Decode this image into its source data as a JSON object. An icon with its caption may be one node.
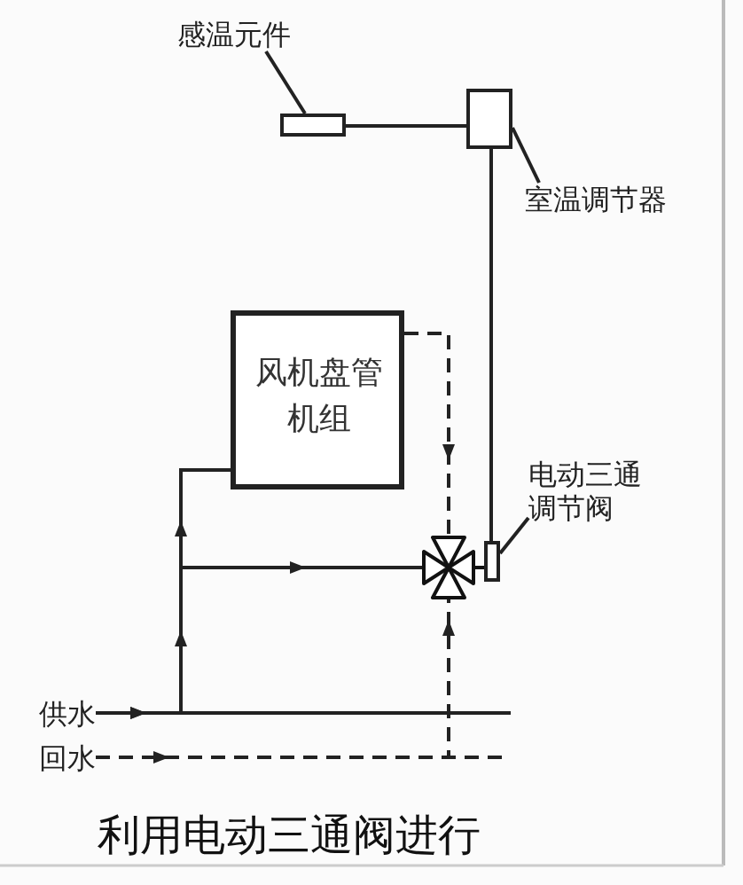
{
  "diagram": {
    "caption": "利用电动三通阀进行",
    "nodes": [
      {
        "text": [
          "感温元件"
        ]
      },
      {
        "text": [],
        "shape": "box"
      },
      {
        "text": [
          "室温调节器"
        ]
      },
      {
        "text": [],
        "shape": "box"
      },
      {
        "text": [
          "风机盘管机组"
        ]
      },
      {
        "text": [],
        "shape": "valve"
      },
      {
        "text": [],
        "shape": "box"
      },
      {
        "text": [
          "电动三通调节阀"
        ]
      },
      {
        "text": [
          "供水"
        ]
      },
      {
        "text": [
          "回水"
        ]
      }
    ],
    "edges": [
      {
        "from": 0,
        "to": 1,
        "arrow": "none"
      },
      {
        "from": 1,
        "to": 3,
        "arrow": "none"
      },
      {
        "from": 2,
        "to": 3,
        "arrow": "none"
      },
      {
        "from": 3,
        "to": 6,
        "arrow": "none"
      },
      {
        "from": 7,
        "to": 6,
        "arrow": "none"
      },
      {
        "from": 8,
        "to": null,
        "arrow": "none"
      },
      {
        "from": 9,
        "to": null,
        "arrow": "none",
        "style": "dashed"
      },
      {
        "from": 8,
        "to": 4,
        "arrow": "to"
      },
      {
        "from": 8,
        "to": 5,
        "arrow": "to"
      },
      {
        "from": 4,
        "to": 5,
        "arrow": "to",
        "style": "dashed"
      },
      {
        "from": 9,
        "to": 5,
        "arrow": "to",
        "style": "dashed"
      }
    ]
  }
}
